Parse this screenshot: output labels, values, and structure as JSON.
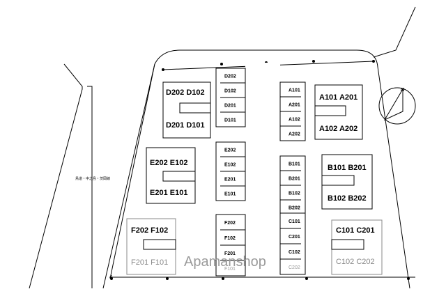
{
  "road_label": "鳥道・中之島・茨岡線",
  "watermark": "Apamanshop",
  "buildings": {
    "D": {
      "top": "D202  D102",
      "bottom": "D201  D101"
    },
    "E": {
      "top": "E202  E102",
      "bottom": "E201  E101"
    },
    "F": {
      "top": "F202  F102",
      "bottom": "F201  F101"
    },
    "A": {
      "top": "A101  A201",
      "bottom": "A102  A202"
    },
    "B": {
      "top": "B101  B201",
      "bottom": "B102  B202"
    },
    "C": {
      "top": "C101  C201",
      "bottom": "C102  C202"
    }
  },
  "parking_left": [
    "D202",
    "D102",
    "D201",
    "D101",
    "E202",
    "E102",
    "E201",
    "E101",
    "F202",
    "F102",
    "F201",
    "F101"
  ],
  "parking_right": [
    "A101",
    "A201",
    "A102",
    "A202",
    "B101",
    "B201",
    "B102",
    "B202",
    "C101",
    "C201",
    "C102",
    "C202"
  ],
  "north_icon": "north-compass-icon"
}
